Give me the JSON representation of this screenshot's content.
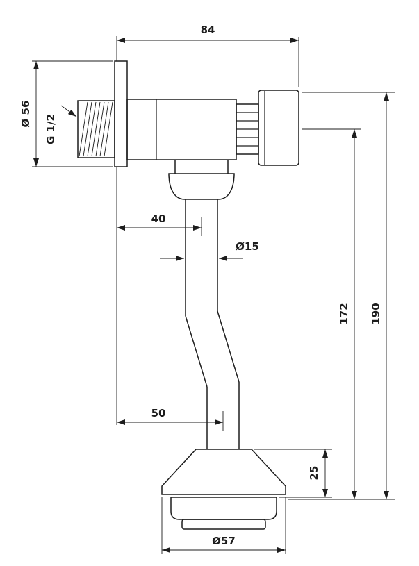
{
  "drawing": {
    "line_color": "#1d1d1d",
    "background_color": "#ffffff",
    "dimensions": {
      "top_width": "84",
      "flange_diameter": "Ø 56",
      "thread_size": "G 1/2",
      "inlet_offset": "40",
      "pipe_diameter": "Ø15",
      "outlet_offset": "50",
      "height_to_axis": "172",
      "overall_height": "190",
      "bell_height": "25",
      "base_diameter": "Ø57"
    }
  }
}
